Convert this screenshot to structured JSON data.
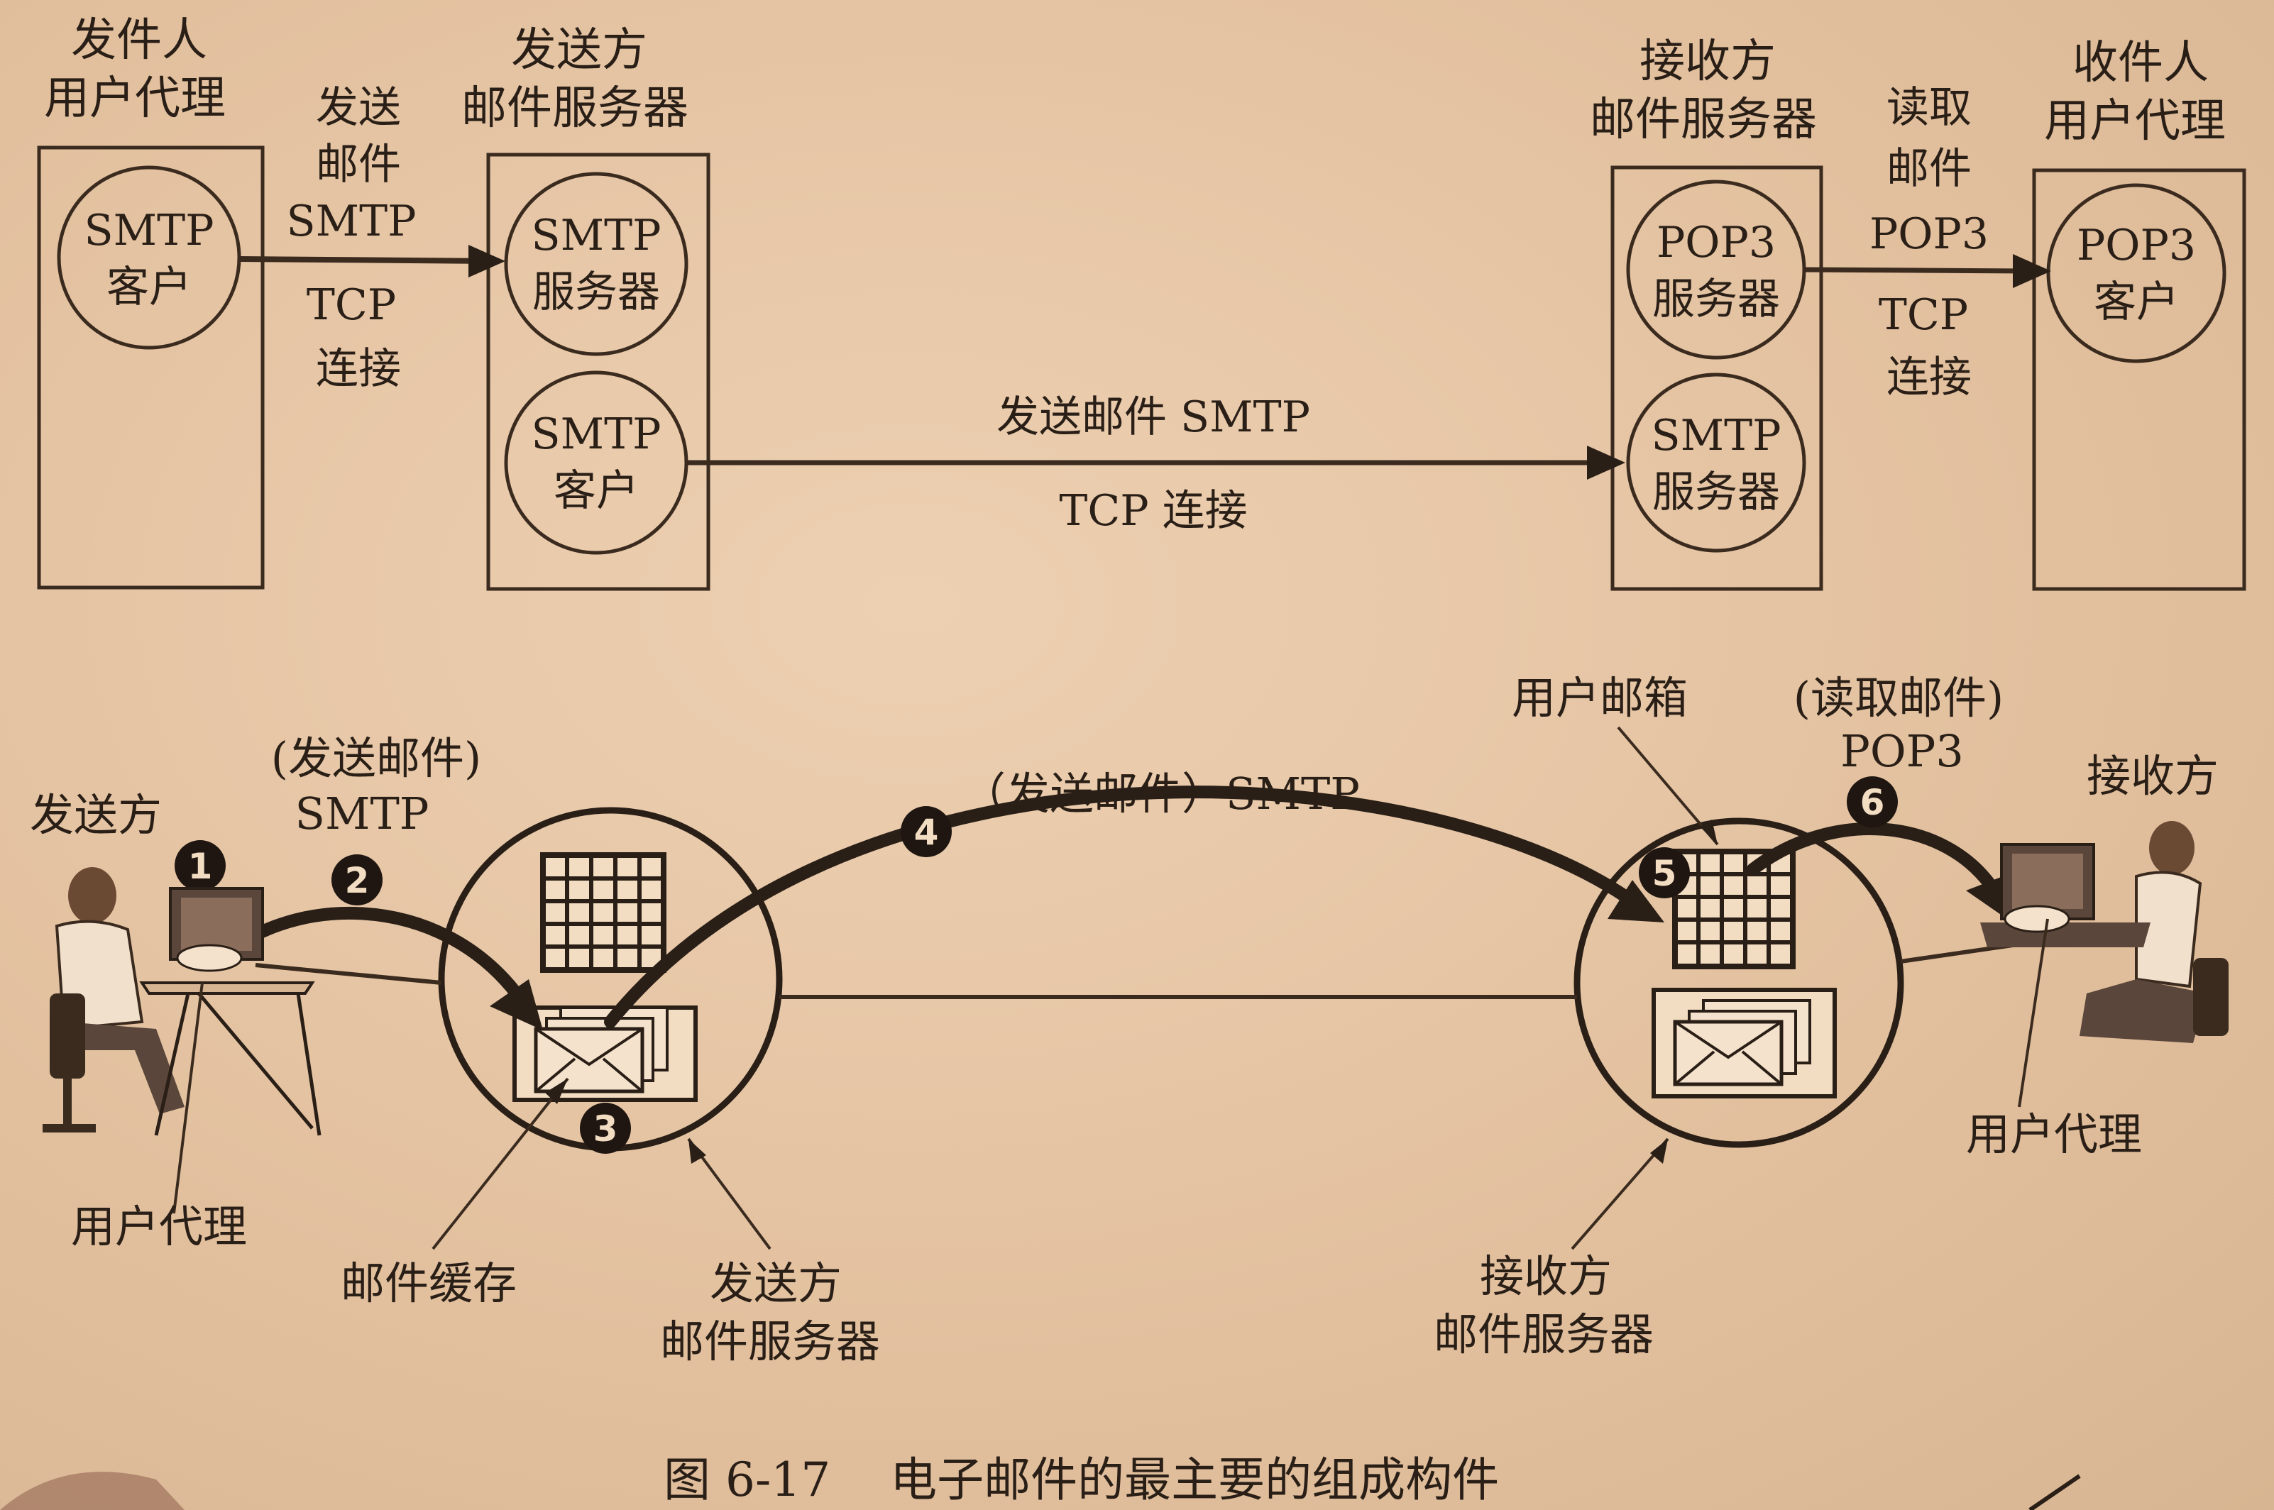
{
  "top": {
    "col1_title": [
      "发件人",
      "用户代理"
    ],
    "col2_title": [
      "发送方",
      "邮件服务器"
    ],
    "col3_title": [
      "接收方",
      "邮件服务器"
    ],
    "col4_title": [
      "收件人",
      "用户代理"
    ],
    "c1_smtp_client": [
      "SMTP",
      "客户"
    ],
    "c2_smtp_server": [
      "SMTP",
      "服务器"
    ],
    "c2_smtp_client": [
      "SMTP",
      "客户"
    ],
    "c3_pop3_server": [
      "POP3",
      "服务器"
    ],
    "c3_smtp_server": [
      "SMTP",
      "服务器"
    ],
    "c4_pop3_client": [
      "POP3",
      "客户"
    ],
    "link1_top": [
      "发送",
      "邮件",
      "SMTP"
    ],
    "link1_bottom": [
      "TCP",
      "连接"
    ],
    "link2_top": "发送邮件 SMTP",
    "link2_bottom": "TCP 连接",
    "link3_top": [
      "读取",
      "邮件",
      "POP3"
    ],
    "link3_bottom": [
      "TCP",
      "连接"
    ]
  },
  "bottom": {
    "sender": "发送方",
    "receiver": "接收方",
    "send_mail_1": [
      "(发送邮件)",
      "SMTP"
    ],
    "send_mail_2": "（发送邮件）SMTP",
    "read_mail": [
      "(读取邮件)",
      "POP3"
    ],
    "mailbox": "用户邮箱",
    "user_agent_left": "用户代理",
    "user_agent_right": "用户代理",
    "mail_cache": "邮件缓存",
    "sender_server": [
      "发送方",
      "邮件服务器"
    ],
    "receiver_server": [
      "接收方",
      "邮件服务器"
    ],
    "steps": [
      "1",
      "2",
      "3",
      "4",
      "5",
      "6"
    ]
  },
  "caption": "图 6-17    电子邮件的最主要的组成构件"
}
